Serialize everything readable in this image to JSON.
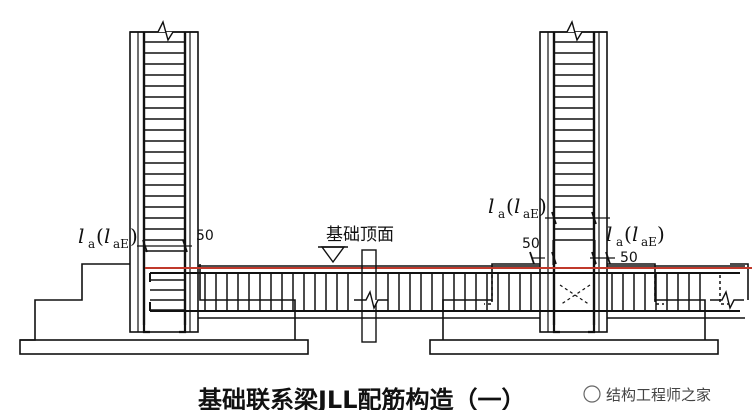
{
  "labels": {
    "foundation_top": "基础顶面",
    "anchor_left": {
      "main": "l",
      "sub_a": "a",
      "paren_open": "(",
      "italic_l": "l",
      "sub_ae": "aE",
      "paren_close": ")"
    },
    "anchor_right_upper": {
      "main": "l",
      "sub_a": "a",
      "paren_open": "(",
      "italic_l": "l",
      "sub_ae": "aE",
      "paren_close": ")"
    },
    "anchor_right_lower": {
      "main": "l",
      "sub_a": "a",
      "paren_open": "(",
      "italic_l": "l",
      "sub_ae": "aE",
      "paren_close": ")"
    },
    "dim_50_left": "50",
    "dim_50_right_a": "50",
    "dim_50_right_b": "50"
  },
  "caption": "基础联系梁JLL配筋构造（一）",
  "watermark": "结构工程师之家",
  "colors": {
    "line": "#111111",
    "rebar_red": "#c0392b",
    "background": "#ffffff"
  }
}
